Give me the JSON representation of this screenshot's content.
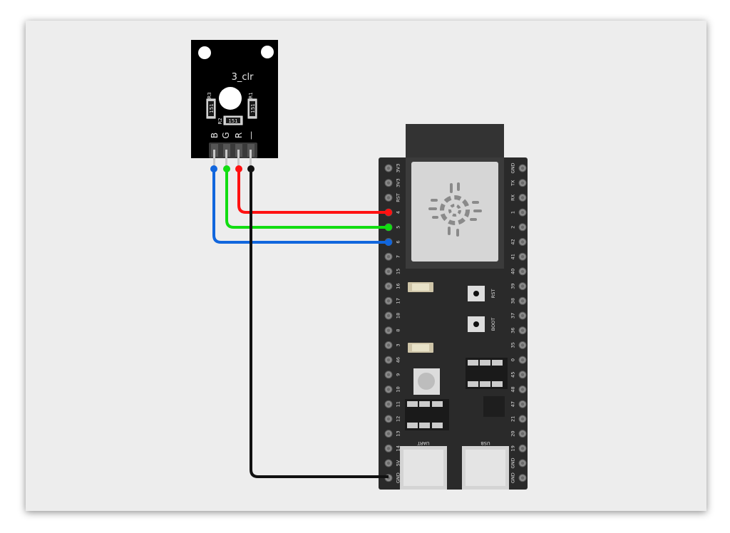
{
  "colors": {
    "red_wire": "#ff1111",
    "green_wire": "#11dd11",
    "blue_wire": "#1166dd",
    "black_wire": "#111111",
    "board": "#2a2a2a",
    "module_pcb": "#000000",
    "canvas": "#ededed"
  },
  "rgb_module": {
    "label": "3_clr",
    "pin_labels": [
      "B",
      "G",
      "R",
      "—"
    ],
    "resistors": [
      {
        "ref": "R3",
        "value": "151"
      },
      {
        "ref": "R2",
        "value": "151"
      },
      {
        "ref": "R1",
        "value": "151"
      }
    ]
  },
  "esp32_board": {
    "left_pins": [
      "3V3",
      "3V3",
      "RST",
      "4",
      "5",
      "6",
      "7",
      "15",
      "16",
      "17",
      "18",
      "8",
      "3",
      "46",
      "9",
      "10",
      "11",
      "12",
      "13",
      "14",
      "5V",
      "GND"
    ],
    "right_pins": [
      "GND",
      "TX",
      "RX",
      "1",
      "2",
      "42",
      "41",
      "40",
      "39",
      "38",
      "37",
      "36",
      "35",
      "0",
      "45",
      "48",
      "47",
      "21",
      "20",
      "19",
      "GND",
      "GND"
    ],
    "buttons": [
      {
        "label": "RST"
      },
      {
        "label": "BOOT"
      }
    ],
    "connectors": [
      {
        "label": "UART"
      },
      {
        "label": "USB"
      }
    ]
  },
  "connections": [
    {
      "from": "R",
      "to": "4",
      "color": "red"
    },
    {
      "from": "G",
      "to": "5",
      "color": "green"
    },
    {
      "from": "B",
      "to": "6",
      "color": "blue"
    },
    {
      "from": "—",
      "to": "GND",
      "color": "black"
    }
  ]
}
